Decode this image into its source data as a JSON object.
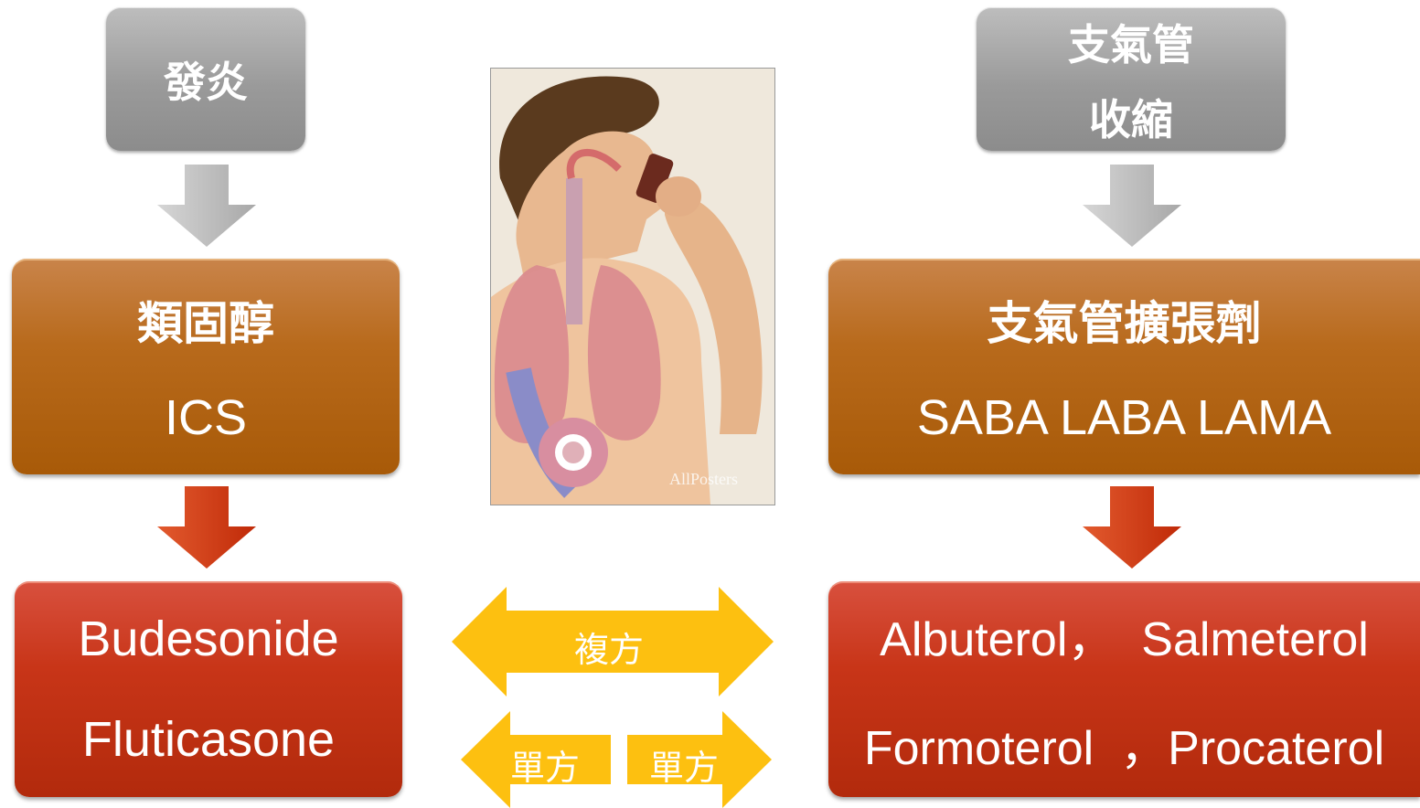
{
  "left": {
    "cause": "發炎",
    "drug_class_zh": "類固醇",
    "drug_class_abbr": "ICS",
    "drugs": [
      "Budesonide",
      "Fluticasone"
    ]
  },
  "right": {
    "cause_line1": "支氣管",
    "cause_line2": "收縮",
    "drug_class_zh": "支氣管擴張劑",
    "drug_class_abbr": "SABA LABA LAMA",
    "drugs_line1": "Albuterol，  Salmeterol",
    "drugs_line2": "Formoterol  ，Procaterol"
  },
  "center": {
    "combo_label": "複方",
    "single_left_label": "單方",
    "single_right_label": "單方",
    "image_watermark": "AllPosters"
  },
  "colors": {
    "gray_box": "#9e9e9e",
    "orange_box": "#b46410",
    "red_box": "#c3351a",
    "gray_arrow": "#b0b0b0",
    "red_arrow": "#d03812",
    "yellow_arrow": "#fdc010"
  }
}
